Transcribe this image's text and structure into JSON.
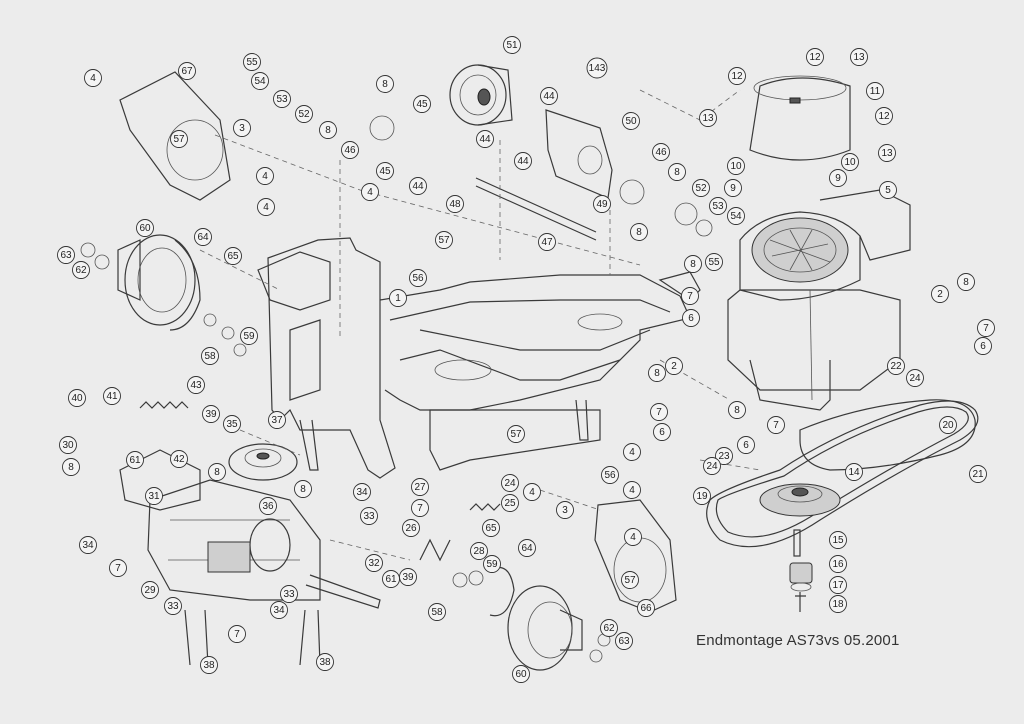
{
  "caption": "Endmontage AS73vs 05.2001",
  "part_labels": [
    "1",
    "2",
    "3",
    "4",
    "5",
    "6",
    "7",
    "8",
    "9",
    "10",
    "11",
    "12",
    "13",
    "14",
    "15",
    "16",
    "17",
    "18",
    "19",
    "20",
    "21",
    "22",
    "23",
    "24",
    "25",
    "26",
    "27",
    "28",
    "29",
    "30",
    "31",
    "32",
    "33",
    "34",
    "35",
    "36",
    "37",
    "38",
    "39",
    "40",
    "41",
    "42",
    "43",
    "44",
    "45",
    "46",
    "47",
    "48",
    "49",
    "50",
    "51",
    "52",
    "53",
    "54",
    "55",
    "56",
    "57",
    "58",
    "59",
    "60",
    "61",
    "62",
    "63",
    "64",
    "65",
    "66",
    "67",
    "143"
  ]
}
